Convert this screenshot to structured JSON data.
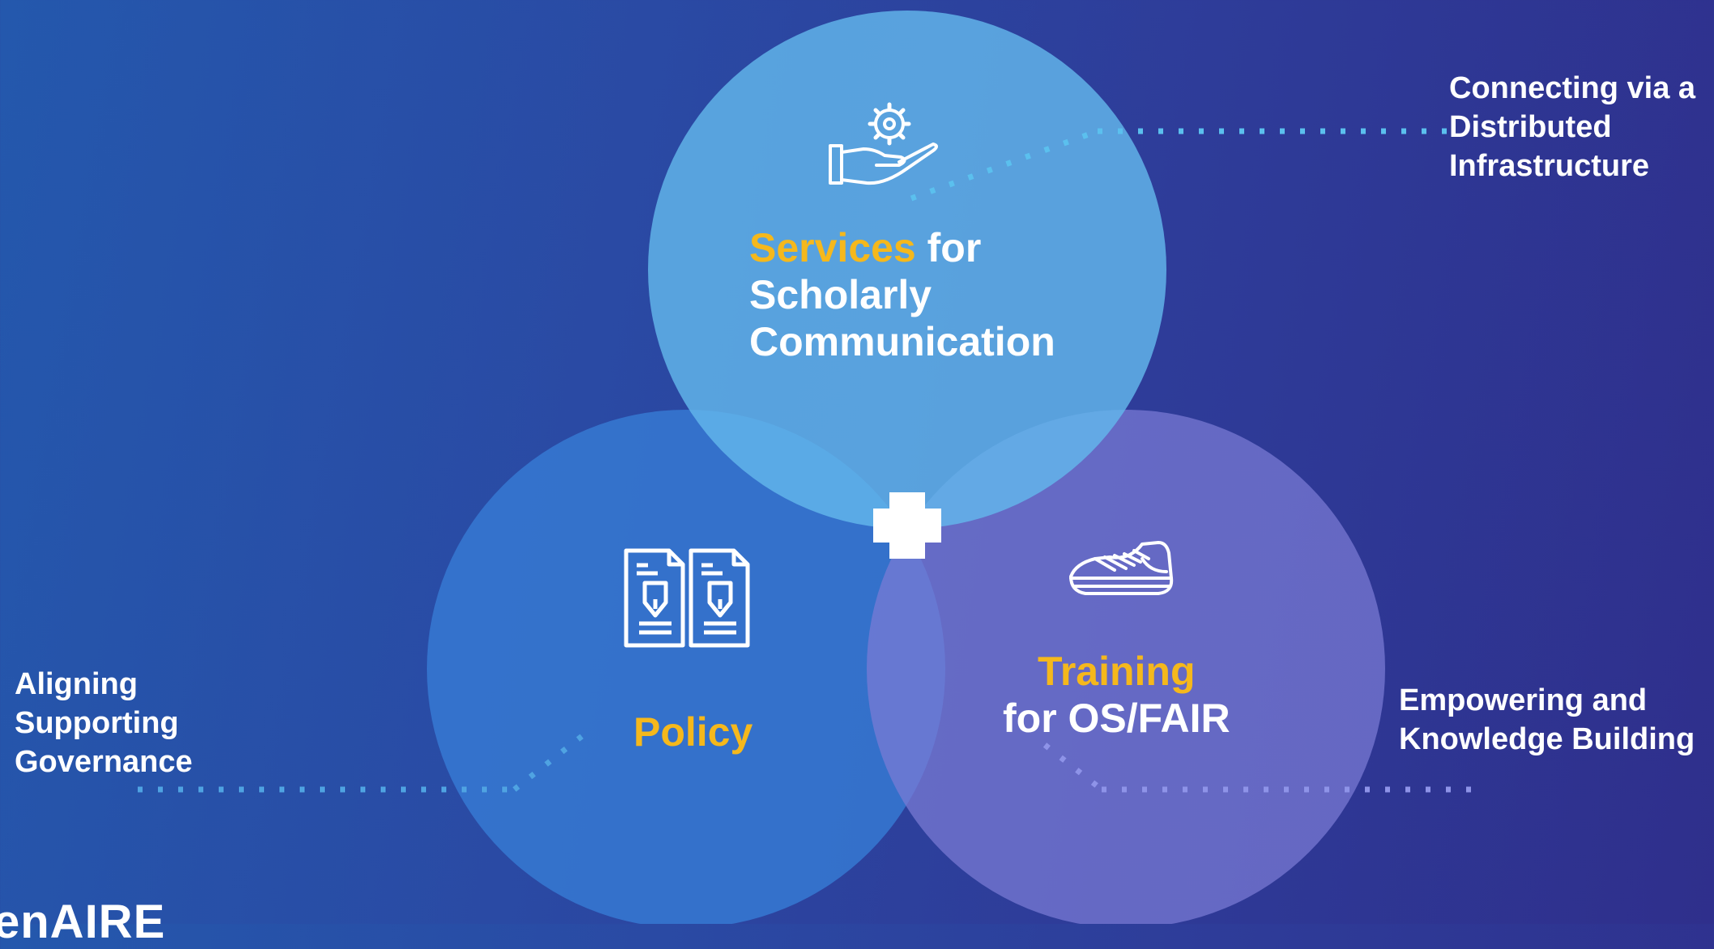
{
  "colors": {
    "accent": "#f5b81c",
    "text": "#ffffff",
    "dots": "#5bc0ee",
    "circle_services": "#5fb3e6",
    "circle_policy": "#3379d0",
    "circle_training": "#6e6fcd"
  },
  "circles": {
    "services": {
      "icon": "hand-with-gear-icon",
      "accent_word": "Services",
      "rest_line1": " for",
      "line2": "Scholarly",
      "line3": "Communication"
    },
    "policy": {
      "icon": "policy-documents-icon",
      "label": "Policy"
    },
    "training": {
      "icon": "sneaker-icon",
      "accent_word": "Training",
      "line2": "for OS/FAIR"
    }
  },
  "center_icon": "plus-icon",
  "side_labels": {
    "right_top": [
      "Connecting via a",
      "Distributed",
      "Infrastructure"
    ],
    "left": [
      "Aligning",
      "Supporting",
      "Governance"
    ],
    "right_bottom": [
      "Empowering and",
      "Knowledge Building"
    ]
  },
  "logo": {
    "text": "enAIRE"
  }
}
